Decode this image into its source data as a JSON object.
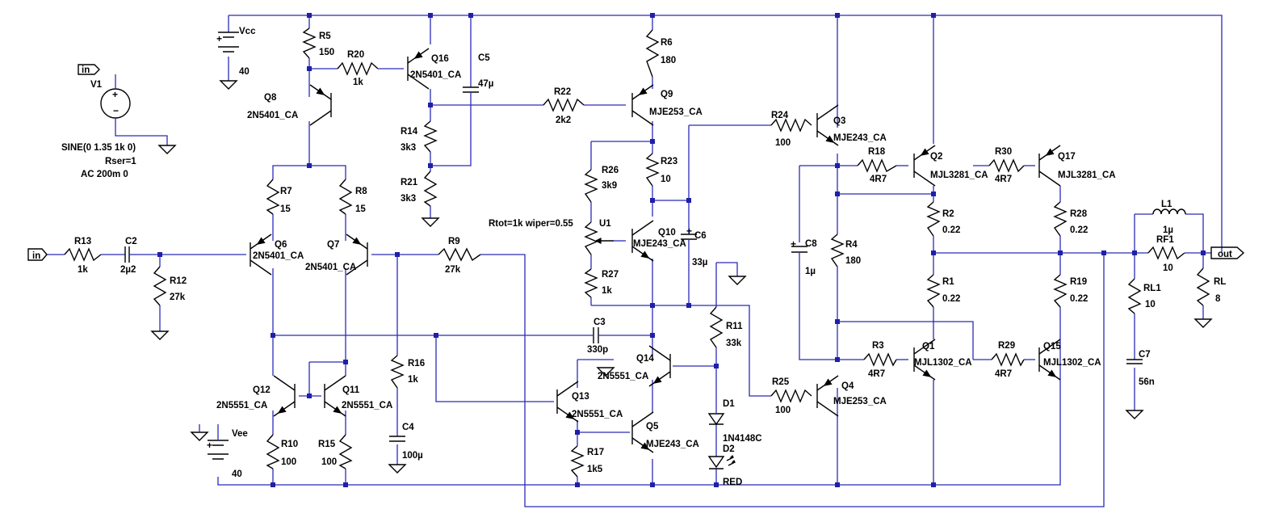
{
  "schematic": {
    "nets": {
      "in": "in",
      "out": "out"
    },
    "sources": {
      "vcc": {
        "name": "Vcc",
        "value": "40"
      },
      "vee": {
        "name": "Vee",
        "value": "40"
      },
      "v1": {
        "name": "V1",
        "line1": "SINE(0 1.35 1k 0)",
        "line2": "Rser=1",
        "line3": "AC 200m 0"
      }
    },
    "resistors": {
      "r1": {
        "name": "R1",
        "value": "0.22"
      },
      "r2": {
        "name": "R2",
        "value": "0.22"
      },
      "r3": {
        "name": "R3",
        "value": "4R7"
      },
      "r4": {
        "name": "R4",
        "value": "180"
      },
      "r5": {
        "name": "R5",
        "value": "150"
      },
      "r6": {
        "name": "R6",
        "value": "180"
      },
      "r7": {
        "name": "R7",
        "value": "15"
      },
      "r8": {
        "name": "R8",
        "value": "15"
      },
      "r9": {
        "name": "R9",
        "value": "27k"
      },
      "r10": {
        "name": "R10",
        "value": "100"
      },
      "r11": {
        "name": "R11",
        "value": "33k"
      },
      "r12": {
        "name": "R12",
        "value": "27k"
      },
      "r13": {
        "name": "R13",
        "value": "1k"
      },
      "r14": {
        "name": "R14",
        "value": "3k3"
      },
      "r15": {
        "name": "R15",
        "value": "100"
      },
      "r16": {
        "name": "R16",
        "value": "1k"
      },
      "r17": {
        "name": "R17",
        "value": "1k5"
      },
      "r18": {
        "name": "R18",
        "value": "4R7"
      },
      "r19": {
        "name": "R19",
        "value": "0.22"
      },
      "r20": {
        "name": "R20",
        "value": "1k"
      },
      "r21": {
        "name": "R21",
        "value": "3k3"
      },
      "r22": {
        "name": "R22",
        "value": "2k2"
      },
      "r23": {
        "name": "R23",
        "value": "10"
      },
      "r24": {
        "name": "R24",
        "value": "100"
      },
      "r25": {
        "name": "R25",
        "value": "100"
      },
      "r26": {
        "name": "R26",
        "value": "3k9"
      },
      "r27": {
        "name": "R27",
        "value": "1k"
      },
      "r28": {
        "name": "R28",
        "value": "0.22"
      },
      "r29": {
        "name": "R29",
        "value": "4R7"
      },
      "r30": {
        "name": "R30",
        "value": "4R7"
      },
      "rl": {
        "name": "RL",
        "value": "8"
      },
      "rl1": {
        "name": "RL1",
        "value": "10"
      },
      "rf1": {
        "name": "RF1",
        "value": "10"
      }
    },
    "capacitors": {
      "c2": {
        "name": "C2",
        "value": "2µ2"
      },
      "c3": {
        "name": "C3",
        "value": "330p"
      },
      "c4": {
        "name": "C4",
        "value": "100µ"
      },
      "c5": {
        "name": "C5",
        "value": "47µ"
      },
      "c6": {
        "name": "C6",
        "value": "33µ"
      },
      "c7": {
        "name": "C7",
        "value": "56n"
      },
      "c8": {
        "name": "C8",
        "value": "1µ"
      }
    },
    "inductors": {
      "l1": {
        "name": "L1",
        "value": "1µ"
      }
    },
    "diodes": {
      "d1": {
        "name": "D1",
        "value": "1N4148C"
      },
      "d2": {
        "name": "D2",
        "value": "RED"
      }
    },
    "pot": {
      "name": "U1",
      "param": "Rtot=1k wiper=0.55"
    },
    "transistors": {
      "q1": {
        "name": "Q1",
        "model": "MJL1302_CA"
      },
      "q2": {
        "name": "Q2",
        "model": "MJL3281_CA"
      },
      "q3": {
        "name": "Q3",
        "model": "MJE243_CA"
      },
      "q4": {
        "name": "Q4",
        "model": "MJE253_CA"
      },
      "q5": {
        "name": "Q5",
        "model": "MJE243_CA"
      },
      "q6": {
        "name": "Q6",
        "model": "2N5401_CA"
      },
      "q7": {
        "name": "Q7",
        "model": "2N5401_CA"
      },
      "q8": {
        "name": "Q8",
        "model": "2N5401_CA"
      },
      "q9": {
        "name": "Q9",
        "model": "MJE253_CA"
      },
      "q10": {
        "name": "Q10",
        "model": "MJE243_CA"
      },
      "q11": {
        "name": "Q11",
        "model": "2N5551_CA"
      },
      "q12": {
        "name": "Q12",
        "model": "2N5551_CA"
      },
      "q13": {
        "name": "Q13",
        "model": "2N5551_CA"
      },
      "q14": {
        "name": "Q14",
        "model": "2N5551_CA"
      },
      "q15": {
        "name": "Q15",
        "model": "MJL1302_CA"
      },
      "q16": {
        "name": "Q16",
        "model": "2N5401_CA"
      },
      "q17": {
        "name": "Q17",
        "model": "MJL3281_CA"
      }
    }
  }
}
